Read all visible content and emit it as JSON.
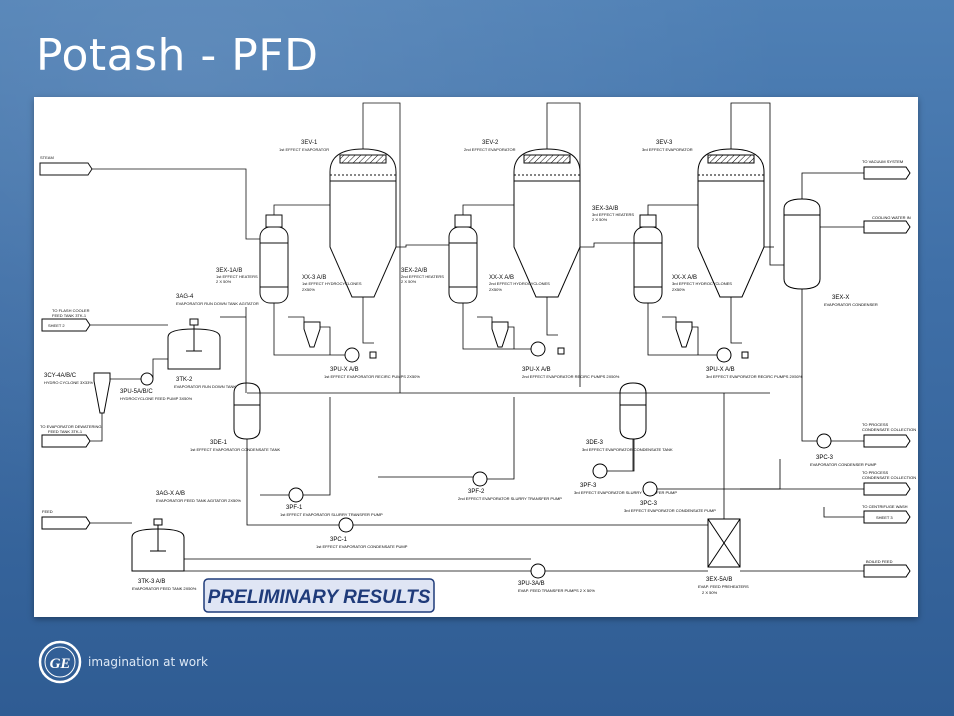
{
  "slide": {
    "title": "Potash - PFD",
    "tagline": "imagination at work",
    "logo": "GE"
  },
  "stamp": "PRELIMINARY RESULTS",
  "streams": {
    "steam": "STEAM",
    "feed": "FEED",
    "to_vacuum": "TO VACUUM SYSTEM",
    "cooling_water": "COOLING WATER IN",
    "to_process_1": "TO PROCESS",
    "to_process_1b": "CONDENSATE COLLECTION",
    "to_process_2": "TO PROCESS",
    "to_process_2b": "CONDENSATE COLLECTION",
    "to_centrifuge": "TO CENTRIFUGE WASH",
    "centrifuge_sheet": "SHEET 3",
    "boiled_feed": "BOILED FEED",
    "flash_cooler_1": "TO FLASH COOLER",
    "flash_cooler_2": "FEED TANK 3TK-1",
    "flash_cooler_sheet": "SHEET 2",
    "evap_dewater_1": "TO EVAPORATOR DEWATERING",
    "evap_dewater_2": "FEED TANK 3TK-1"
  },
  "equipment": {
    "ev1_tag": "3EV-1",
    "ev1_name": "1st EFFECT EVAPORATOR",
    "ev2_tag": "3EV-2",
    "ev2_name": "2nd EFFECT EVAPORATOR",
    "ev3_tag": "3EV-3",
    "ev3_name": "3rd EFFECT EVAPORATOR",
    "ex1_tag": "3EX-1A/B",
    "ex1_name": "1st EFFECT HEATERS",
    "ex1_sub": "2 X 50%",
    "ex2_tag": "3EX-2A/B",
    "ex2_name": "2nd EFFECT HEATERS",
    "ex2_sub": "2 X 50%",
    "ex3_tag": "3EX-3A/B",
    "ex3_name": "3rd EFFECT HEATERS",
    "ex3_sub": "2 X 50%",
    "xx1_tag": "XX-3 A/B",
    "xx1_name": "1st EFFECT HYDROCYCLONES",
    "xx1_sub": "2X50%",
    "xx2_tag": "XX-X A/B",
    "xx2_name": "2nd EFFECT HYDROCYCLONES",
    "xx2_sub": "2X50%",
    "xx3_tag": "XX-X A/B",
    "xx3_name": "3rd EFFECT HYDROCYCLONES",
    "xx3_sub": "2X50%",
    "pu1_tag": "3PU-X A/B",
    "pu1_name": "1st EFFECT EVAPORATOR RECIRC PUMPS 2X50%",
    "pu2_tag": "3PU-X A/B",
    "pu2_name": "2nd EFFECT EVAPORATOR RECIRC PUMPS 2X50%",
    "pu3_tag": "3PU-X A/B",
    "pu3_name": "3rd EFFECT EVAPORATOR RECIRC PUMPS 2X50%",
    "ag4_tag": "3AG-4",
    "ag4_name": "EVAPORATOR RUN DOWN TANK AGITATOR",
    "tk2_tag": "3TK-2",
    "tk2_name": "EVAPORATOR RUN DOWN TANK",
    "cy_tag": "3CY-4A/B/C",
    "cy_name": "HYDRO CYCLONE 3X33%",
    "pu5_tag": "3PU-5A/B/C",
    "pu5_name": "HYDROCYCLONE FEED PUMP 3X50%",
    "de1_tag": "3DE-1",
    "de1_name": "1st EFFECT EVAPORATOR CONDENSATE TANK",
    "de3_tag": "3DE-3",
    "de3_name": "3rd EFFECT EVAPORATOR CONDENSATE TANK",
    "ex_cond_tag": "3EX-X",
    "ex_cond_name": "EVAPORATOR CONDENSER",
    "pc3_tag": "3PC-3",
    "pc3_name": "EVAPORATOR CONDENSER PUMP",
    "pf1_tag": "3PF-1",
    "pf1_name": "1st EFFECT EVAPORATOR SLURRY TRANSFER PUMP",
    "pf2_tag": "3PF-2",
    "pf2_name": "2nd EFFECT EVAPORATOR SLURRY TRANSFER PUMP",
    "pf3_tag": "3PF-3",
    "pf3_name": "3rd EFFECT EVAPORATOR SLURRY TRANSFER PUMP",
    "pc1_tag": "3PC-1",
    "pc1_name": "1st EFFECT EVAPORATOR CONDENSATE PUMP",
    "pc3b_tag": "3PC-3",
    "pc3b_name": "3rd EFFECT EVAPORATOR CONDENSATE PUMP",
    "ag3_tag": "3AG-X A/B",
    "ag3_name": "EVAPORATOR FEED TANK AGITATOR 2X50%",
    "tk3_tag": "3TK-3 A/B",
    "tk3_name": "EVAPORATOR FEED TANK 2X50%",
    "pu4_tag": "3PU-3A/B",
    "pu4_name": "EVAP. FEED TRANSFER PUMPS 2 X 50%",
    "ex5_tag": "3EX-5A/B",
    "ex5_name": "EVAP. FEED PREHEATERS",
    "ex5_sub": "2 X 50%"
  }
}
